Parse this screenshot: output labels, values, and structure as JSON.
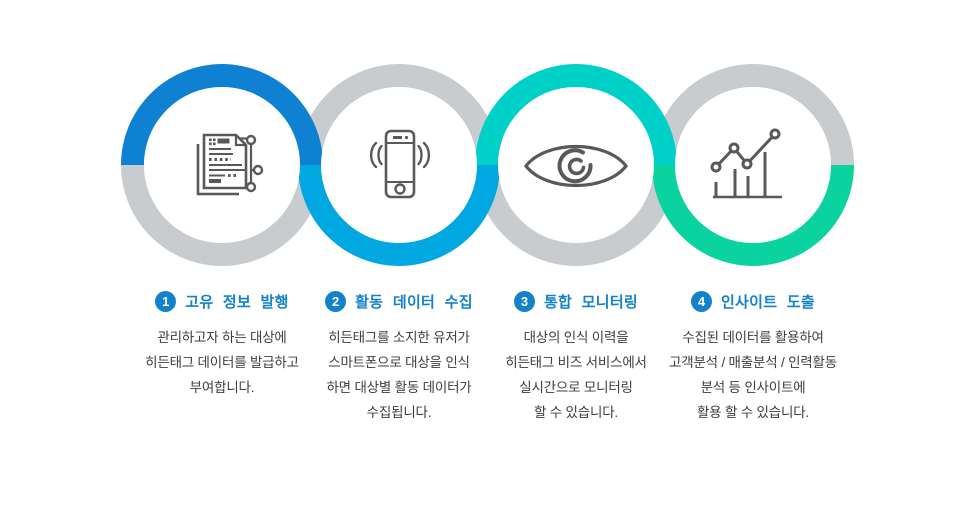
{
  "colors": {
    "accent": "#1482c8",
    "body": "#3d3d3d",
    "icon": "#58595b",
    "ring_gray": "#c9cccf"
  },
  "steps": [
    {
      "number": "1",
      "title": "고유 정보 발행",
      "description": "관리하고자 하는 대상에\n히든태그 데이터를 발급하고\n부여합니다.",
      "icon": "document-network-icon",
      "colors": {
        "top": "#0e81d2",
        "bottom": "#c9cccf"
      }
    },
    {
      "number": "2",
      "title": "활동 데이터 수집",
      "description": "히든태그를 소지한 유저가\n스마트폰으로 대상을 인식\n하면 대상별 활동 데이터가\n수집됩니다.",
      "icon": "smartphone-icon",
      "colors": {
        "top": "#c9cccf",
        "bottom": "#00a7e1"
      }
    },
    {
      "number": "3",
      "title": "통합 모니터링",
      "description": "대상의 인식 이력을\n히든태그 비즈 서비스에서\n실시간으로 모니터링\n할 수 있습니다.",
      "icon": "eye-icon",
      "colors": {
        "top": "#00d1c8",
        "bottom": "#c9cccf"
      }
    },
    {
      "number": "4",
      "title": "인사이트 도출",
      "description": "수집된 데이터를 활용하여\n고객분석 / 매출분석 / 인력활동\n분석 등 인사이트에\n활용 할 수 있습니다.",
      "icon": "bar-line-chart-icon",
      "colors": {
        "top": "#c9cccf",
        "bottom": "#0bd3a0"
      }
    }
  ]
}
